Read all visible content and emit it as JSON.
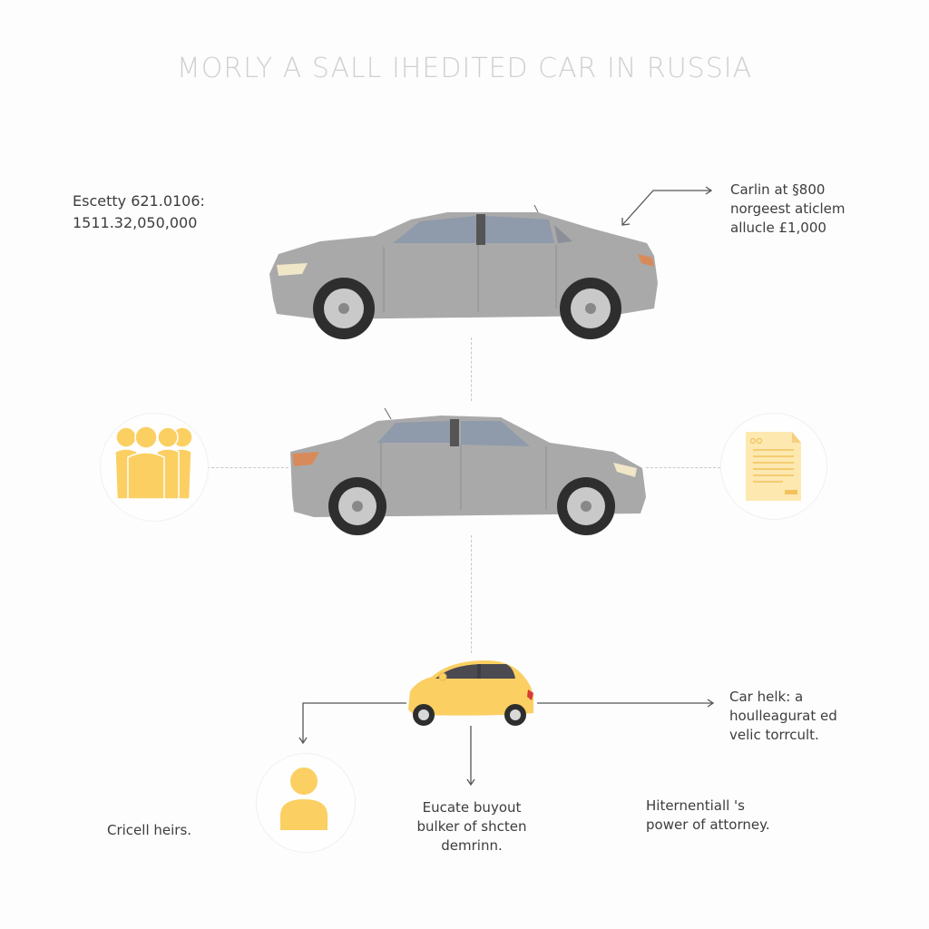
{
  "title": "MORLY A SALL IHEDITED CAR IN RUSSIA",
  "top_left_note": {
    "line1": "Escetty 621.0106:",
    "line2": "1511.32,050,000"
  },
  "top_right_note": {
    "line1": "Carlin at §800",
    "line2": "norgeest aticlem",
    "line3": "allucle £1,000"
  },
  "nodes": {
    "heirs_group_icon": "people-group-icon",
    "document_icon": "document-icon",
    "person_icon": "person-icon",
    "top_car": "gray-sedan-facing-left",
    "middle_car": "gray-sedan-facing-right",
    "bottom_car": "yellow-hatchback"
  },
  "bottom_right_note": {
    "line1": "Car helk: a",
    "line2": "houlleagurat ed",
    "line3": "velic torrcult."
  },
  "bottom_left_label": "Cricell heirs.",
  "bottom_center_note": {
    "line1": "Eucate buyout",
    "line2": "bulker of shcten",
    "line3": "demrinn."
  },
  "bottom_rightmid_note": {
    "line1": "Hiternentiall 's",
    "line2": "power of attorney."
  },
  "colors": {
    "accent_yellow": "#fbcf62",
    "doc_yellow": "#fde8b0",
    "car_gray": "#a9a9a9",
    "line": "#555555"
  }
}
